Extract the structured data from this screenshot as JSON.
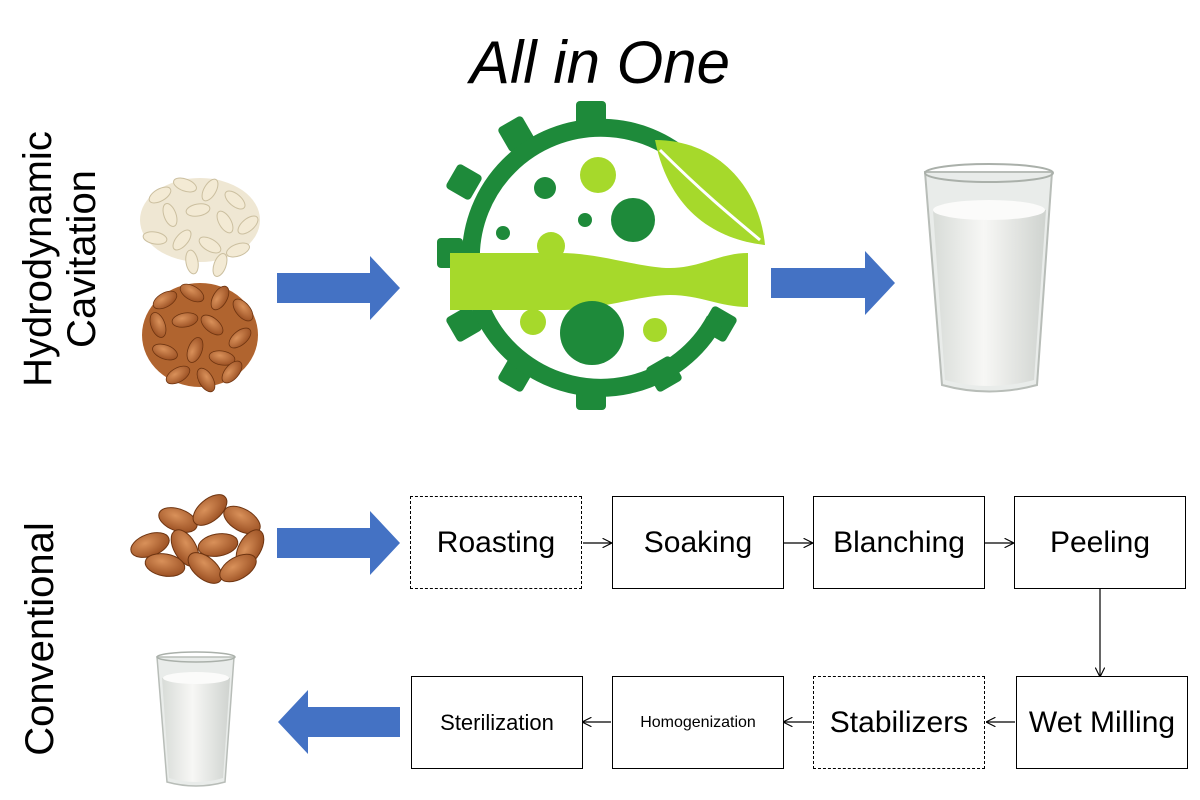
{
  "title": "All in One",
  "rows": {
    "hydrodynamic_label_line1": "Hydrodynamic",
    "hydrodynamic_label_line2": "Cavitation",
    "conventional_label": "Conventional"
  },
  "steps": {
    "roasting": "Roasting",
    "soaking": "Soaking",
    "blanching": "Blanching",
    "peeling": "Peeling",
    "wet_milling": "Wet Milling",
    "stabilizers": "Stabilizers",
    "homogenization": "Homogenization",
    "sterilization": "Sterilization"
  },
  "colors": {
    "arrow_blue": "#4472c4",
    "dark_green": "#1e8a3a",
    "light_green": "#a6d92b"
  },
  "icons": [
    "nuts-icon",
    "almonds-icon",
    "cavitation-gear-logo-icon",
    "milk-glass-icon"
  ]
}
